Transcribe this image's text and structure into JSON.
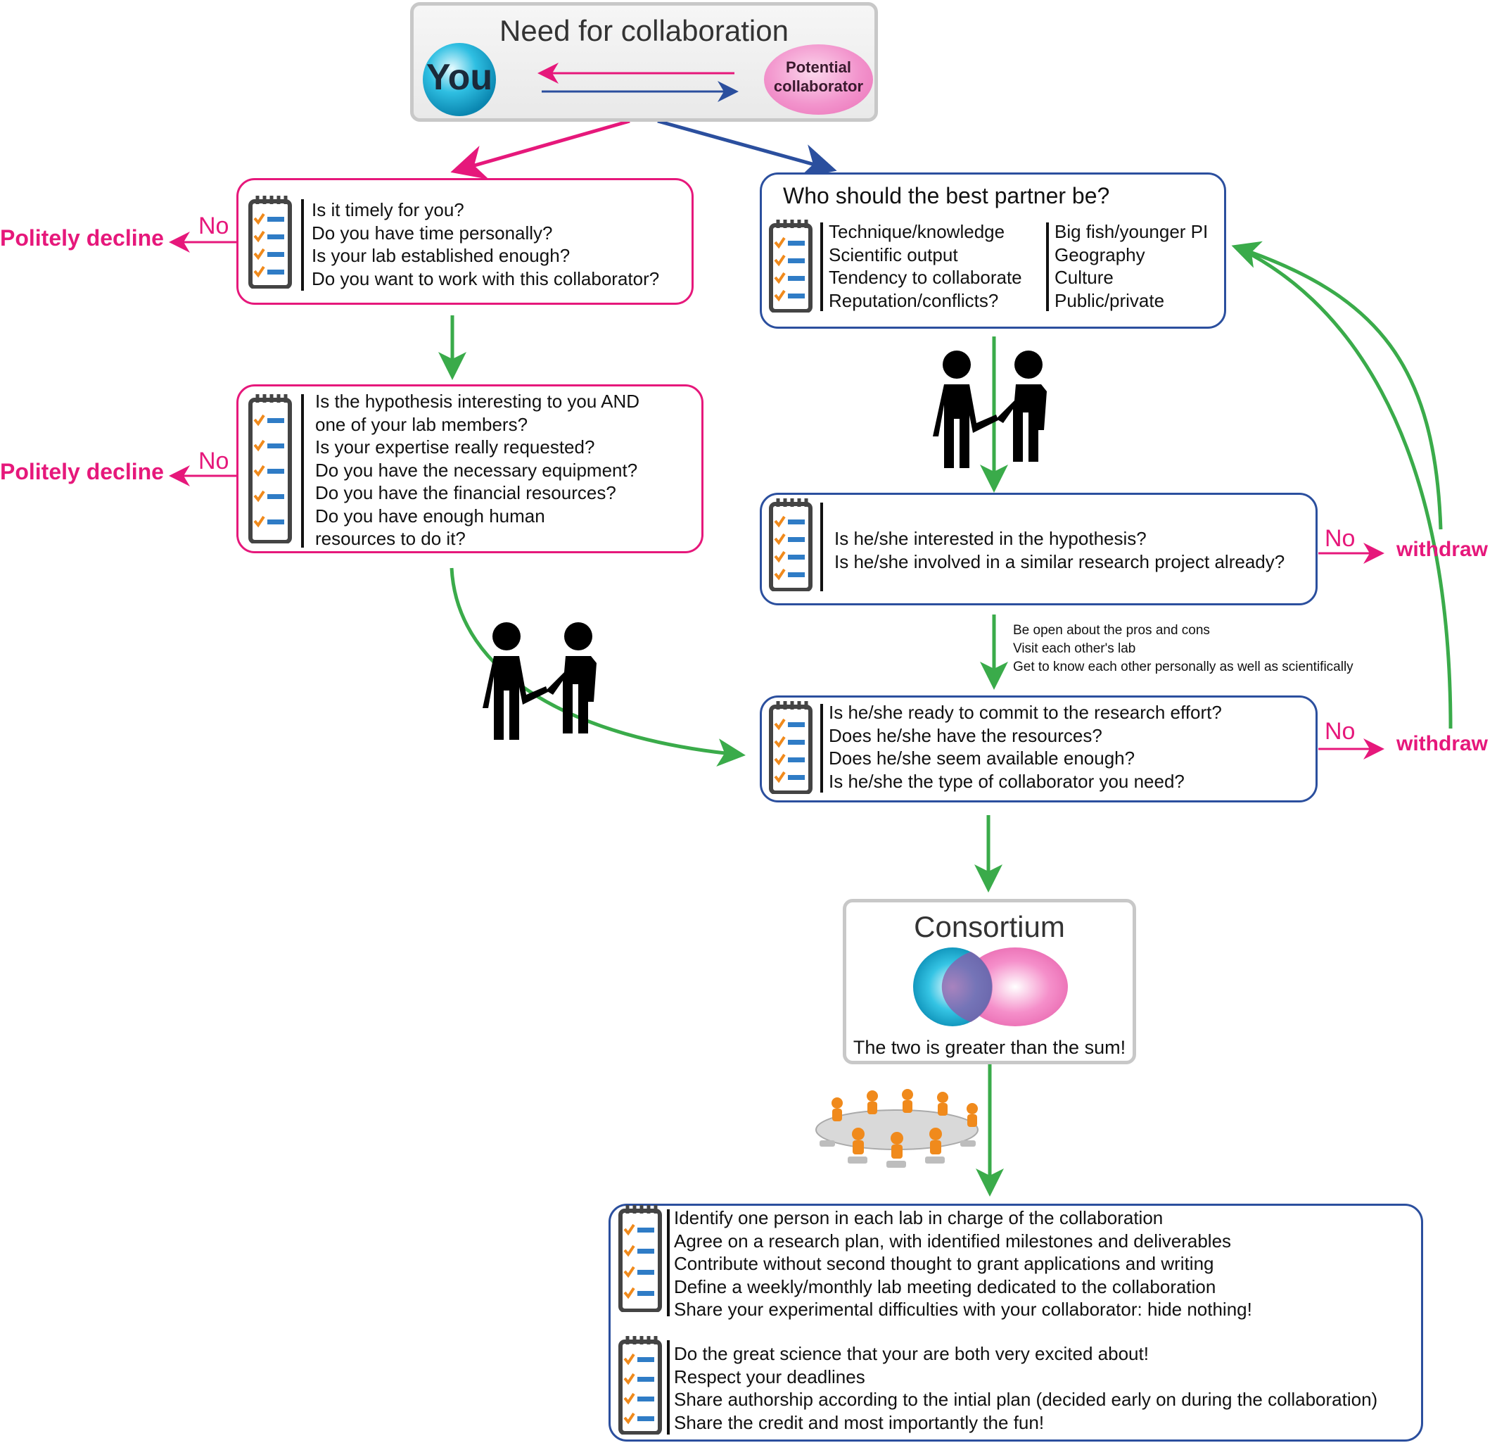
{
  "top": {
    "title": "Need for collaboration",
    "you_label": "You",
    "collaborator_label": [
      "Potential",
      "collaborator"
    ]
  },
  "left_box_1": {
    "items": [
      "Is it timely for you?",
      "Do you have time personally?",
      "Is your lab established enough?",
      "Do you want to work with this collaborator?"
    ]
  },
  "left_box_2": {
    "items": [
      "Is the hypothesis interesting to you AND",
      "one of your lab members?",
      "Is your expertise really requested?",
      "Do you have the necessary equipment?",
      "Do you have the financial resources?",
      "Do you have enough human",
      "resources to do it?"
    ]
  },
  "partner_box": {
    "title": "Who should the best partner be?",
    "col1": [
      "Technique/knowledge",
      "Scientific output",
      "Tendency to collaborate",
      "Reputation/conflicts?"
    ],
    "col2": [
      "Big fish/younger PI",
      "Geography",
      "Culture",
      "Public/private"
    ]
  },
  "interest_box": {
    "items": [
      "Is he/she interested in the hypothesis?",
      "Is he/she involved in a similar research project already?"
    ]
  },
  "advice": {
    "items": [
      "Be open about the pros and cons",
      "Visit each other's lab",
      "Get to know each other personally as well as scientifically"
    ]
  },
  "commit_box": {
    "items": [
      "Is he/she ready to commit to the research effort?",
      "Does he/she have the resources?",
      "Does he/she seem available enough?",
      "Is he/she the type of collaborator you need?"
    ]
  },
  "consortium": {
    "title": "Consortium",
    "caption": "The two is greater than the sum!"
  },
  "final_box": {
    "group1": [
      "Identify one person in each lab in charge of the collaboration",
      "Agree on a research plan, with identified milestones and deliverables",
      "Contribute without second thought to grant applications and writing",
      "Define a weekly/monthly lab meeting dedicated to the collaboration",
      "Share your experimental difficulties with your collaborator: hide nothing!"
    ],
    "group2": [
      "Do the great science that your are both very excited about!",
      "Respect your deadlines",
      "Share authorship according to the intial plan (decided early on during the collaboration)",
      "Share the credit and most importantly the fun!"
    ]
  },
  "labels": {
    "no": "No",
    "politely_decline": "Politely decline",
    "withdraw": "withdraw"
  },
  "colors": {
    "pink": "#e6187b",
    "blue": "#2b4f9e",
    "green": "#3aab4a",
    "cyan": "#13b5d8",
    "pink_light": "#f28ac4"
  }
}
